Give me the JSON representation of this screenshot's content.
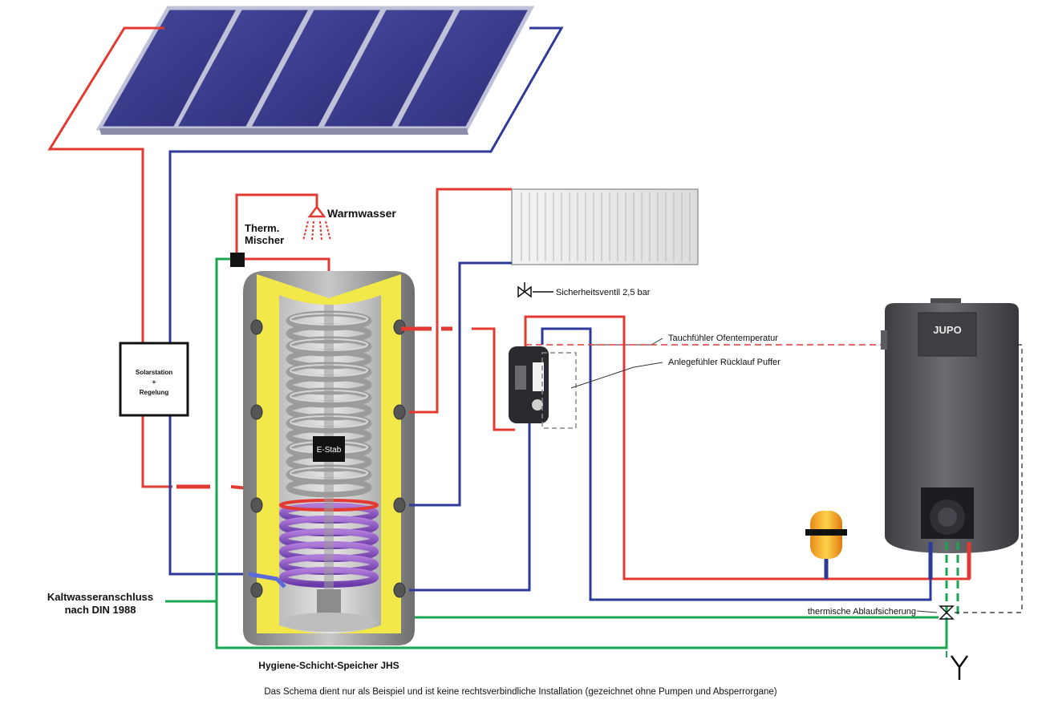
{
  "labels": {
    "warmwasser": "Warmwasser",
    "mischer_line1": "Therm.",
    "mischer_line2": "Mischer",
    "solarstation_line1": "Solarstation",
    "solarstation_line2": "+",
    "solarstation_line3": "Regelung",
    "e_stab": "E-Stab",
    "sicherheitsventil": "Sicherheitsventil 2,5 bar",
    "tauchfuehler": "Tauchfühler Ofentemperatur",
    "anlegefuehler": "Anlegefühler Rücklauf Puffer",
    "boiler_brand": "JUPO",
    "kaltwasser_line1": "Kaltwasseranschluss",
    "kaltwasser_line2": "nach DIN 1988",
    "ablaufsicherung": "thermische Ablaufsicherung",
    "speicher_name": "Hygiene-Schicht-Speicher JHS",
    "disclaimer": "Das Schema dient nur als Beispiel und ist keine rechtsverbindliche Installation (gezeichnet ohne Pumpen und Absperrorgane)"
  },
  "colors": {
    "hot_line": "#e23a32",
    "cold_line": "#2e3a9a",
    "water_line": "#1aa551",
    "solar_panel": "#3b3a86",
    "tank_insulation": "#f2e84a",
    "tank_shell": "#9a9a9a",
    "boiler_body": "#4a4c50"
  }
}
